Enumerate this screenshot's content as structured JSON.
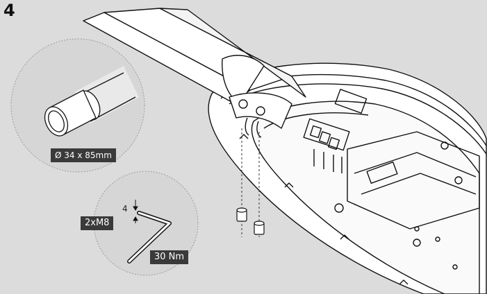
{
  "step": {
    "number": "4"
  },
  "callouts": {
    "tube_size": "Ø 34 x 85mm",
    "gap_value": "4",
    "bolts": "2xM8",
    "torque": "30 Nm"
  },
  "colors": {
    "label_background": "#3a3a3a",
    "detail_circle": "#d6d6d6",
    "frame": "#dcdcdc",
    "line_art": "#111111"
  }
}
